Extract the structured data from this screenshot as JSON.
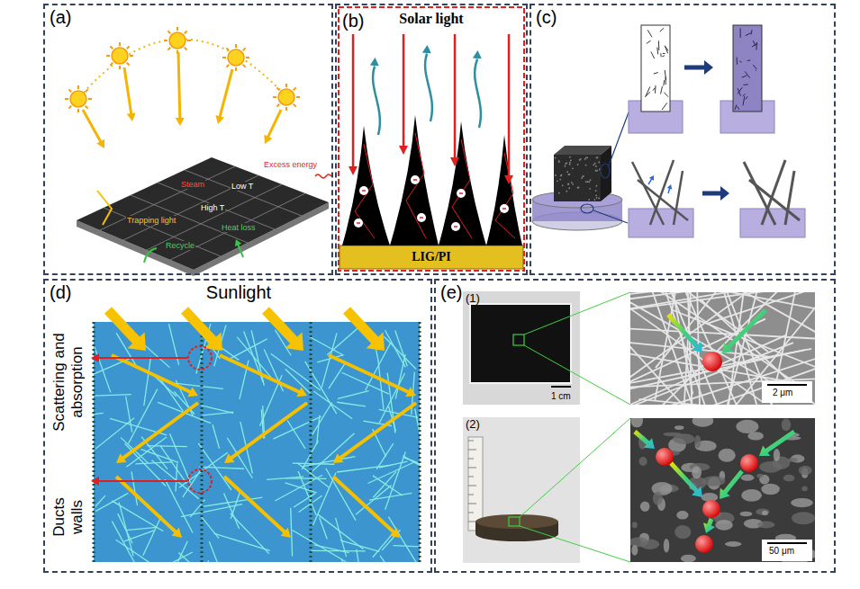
{
  "diagram": {
    "nodes": [
      {
        "text": [
          "(a)"
        ]
      },
      {
        "text": [
          "(b)"
        ]
      },
      {
        "text": [
          "LIG/PI"
        ],
        "in": 1
      },
      {
        "text": [
          "(c)"
        ]
      },
      {
        "text": [
          "(d)"
        ]
      },
      {
        "text": [
          "(e)"
        ]
      },
      {
        "text": [
          "(1)"
        ],
        "in": 5
      },
      {
        "text": [
          "(2)"
        ],
        "in": 5
      }
    ],
    "labels": [
      "Steam",
      "Low T",
      "High T",
      "Excess energy",
      "Trapping light",
      "Heat loss",
      "Recycle",
      "Solar light",
      "Sunlight",
      "Scattering and absorption",
      "Ducts walls",
      "1 cm",
      "2 μm",
      "50 μm"
    ]
  }
}
